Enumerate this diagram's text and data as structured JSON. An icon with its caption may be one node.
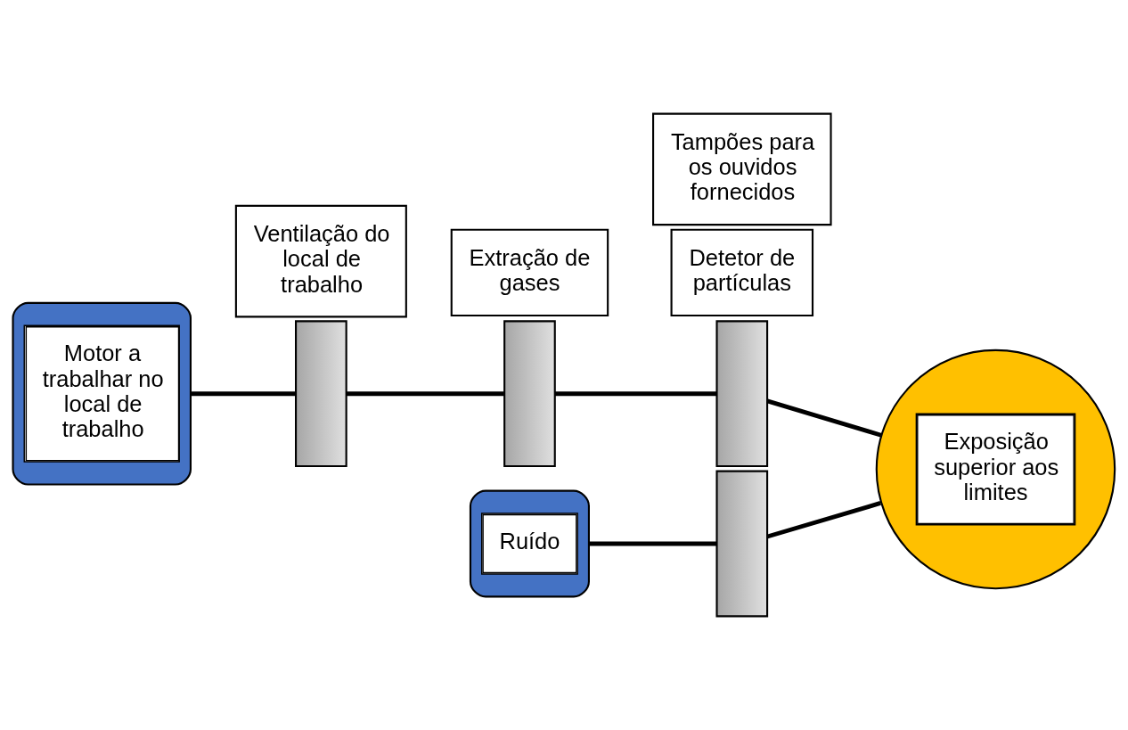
{
  "diagram": {
    "nodes": [
      {
        "text": [
          "Motor a trabalhar no local de trabalho"
        ]
      },
      {
        "text": [],
        "shape": "bar"
      },
      {
        "text": [
          "Ventilação do local de trabalho"
        ]
      },
      {
        "text": [],
        "shape": "bar"
      },
      {
        "text": [
          "Extração de gases"
        ]
      },
      {
        "text": [],
        "shape": "bar"
      },
      {
        "text": [
          "Detetor de partículas"
        ]
      },
      {
        "text": [
          "Exposição superior aos limites"
        ]
      },
      {
        "text": [
          "Ruído"
        ]
      },
      {
        "text": [],
        "shape": "bar"
      },
      {
        "text": [
          "Tampões para os ouvidos fornecidos"
        ]
      }
    ],
    "edges": [
      {
        "from": 0,
        "to": 1,
        "arrow": "none"
      },
      {
        "from": 1,
        "to": 3,
        "arrow": "none"
      },
      {
        "from": 3,
        "to": 5,
        "arrow": "none"
      },
      {
        "from": 5,
        "to": 7,
        "arrow": "none"
      },
      {
        "from": 8,
        "to": 9,
        "arrow": "none"
      },
      {
        "from": 9,
        "to": 7,
        "arrow": "none"
      }
    ]
  }
}
